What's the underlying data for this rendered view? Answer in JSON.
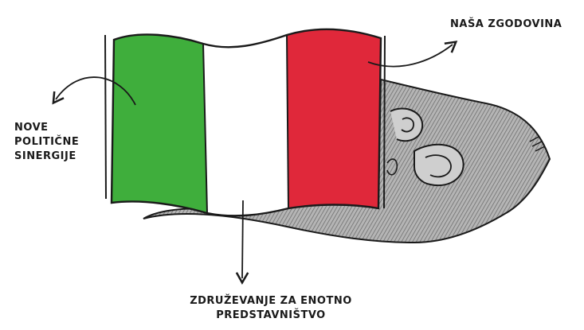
{
  "labels": {
    "left": [
      "NOVE",
      "POLITIČNE",
      "SINERGIJE"
    ],
    "top_right": "NAŠA ZGODOVINA",
    "bottom": [
      "ZDRUŽEVANJE ZA ENOTNO",
      "PREDSTAVNIŠTVO"
    ]
  },
  "colors": {
    "flag_green": "#3fae3c",
    "flag_white": "#ffffff",
    "flag_red": "#e0283a",
    "old_flag_gray": "#8f8f8f",
    "outline": "#1a1a1a"
  },
  "icons": [
    "italian-flag-icon",
    "old-flag-icon",
    "arrow-icon"
  ]
}
